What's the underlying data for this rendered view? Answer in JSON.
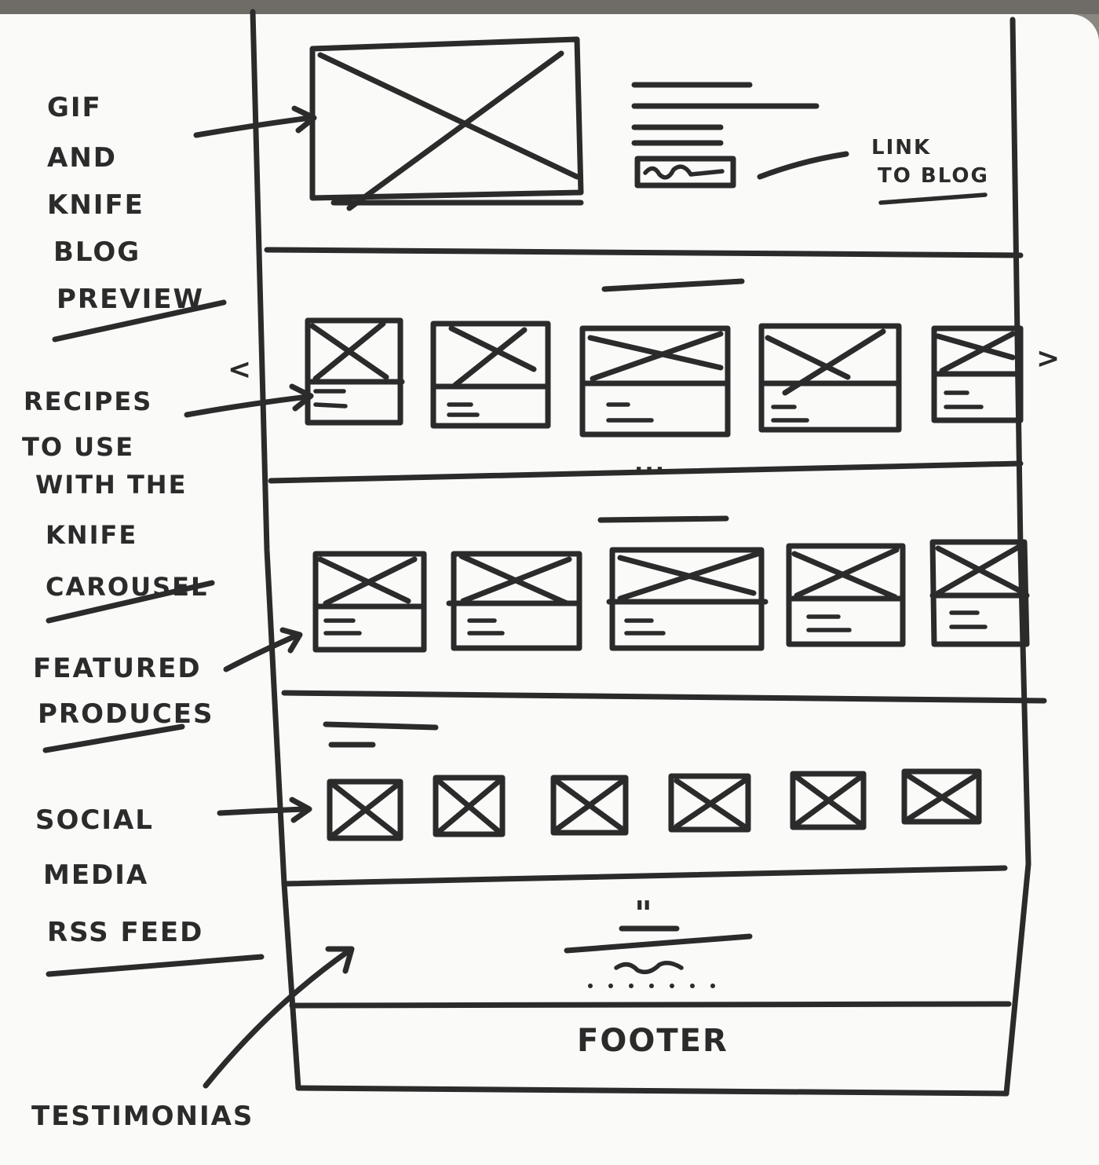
{
  "notes": {
    "gif_preview": [
      "GIF",
      "AND",
      "KNIFE",
      "BLOG",
      "PREVIEW"
    ],
    "link_to_blog": [
      "LINK",
      "TO BLOG"
    ],
    "recipes": [
      "RECIPES",
      "TO USE",
      "WITH THE",
      "KNIFE",
      "CAROUSEL"
    ],
    "featured": [
      "FEATURED",
      "PRODUCES"
    ],
    "social": [
      "SOCIAL",
      "MEDIA",
      "RSS FEED"
    ],
    "testimonials": "TESTIMONIAS"
  },
  "wireframe": {
    "carousel_prev": "<",
    "carousel_next": ">",
    "carousel_dots": "...",
    "quote_mark": "\"",
    "footer_label": "FOOTER"
  }
}
